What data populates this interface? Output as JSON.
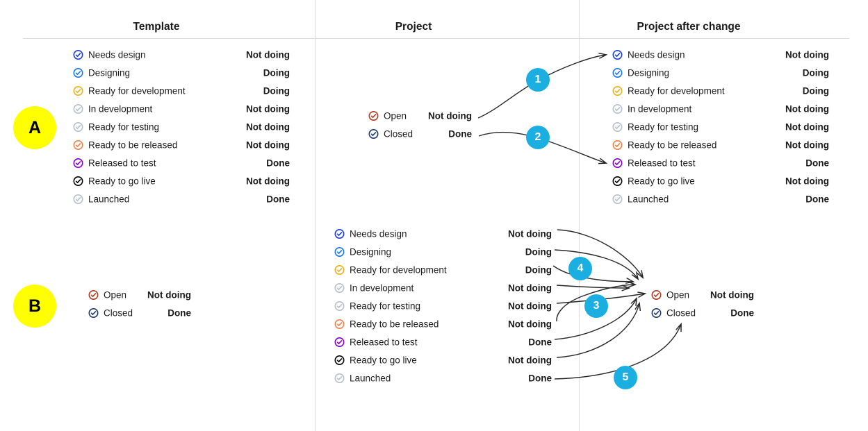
{
  "colors": {
    "badge_blue": "#1aafe0",
    "marker_yellow": "#ffff00",
    "divider_gray": "#dcdcdc",
    "icon_dark_blue": "#1b3ee0",
    "icon_bright_blue": "#1878e8",
    "icon_amber": "#e8b31e",
    "icon_gray": "#b6bfcc",
    "icon_orange": "#f08149",
    "icon_purple": "#8400c8",
    "icon_black": "#000000",
    "icon_brick_red": "#b03a22",
    "icon_navy": "#1f3a6e",
    "arrow_stroke": "#262626",
    "text_primary": "#1c1c1c"
  },
  "headers": {
    "template": "Template",
    "project": "Project",
    "project_after_change": "Project after change"
  },
  "markers": {
    "a": "A",
    "b": "B"
  },
  "badges": {
    "one": "1",
    "two": "2",
    "three": "3",
    "four": "4",
    "five": "5"
  },
  "workflow_statuses": [
    {
      "label": "Needs design",
      "value": "Not doing",
      "icon": "check-circle-icon",
      "color": "#1b3ee0"
    },
    {
      "label": "Designing",
      "value": "Doing",
      "icon": "check-circle-icon",
      "color": "#1878e8"
    },
    {
      "label": "Ready for development",
      "value": "Doing",
      "icon": "check-circle-icon",
      "color": "#e8b31e"
    },
    {
      "label": "In development",
      "value": "Not doing",
      "icon": "check-circle-icon",
      "color": "#b6bfcc"
    },
    {
      "label": "Ready for testing",
      "value": "Not doing",
      "icon": "check-circle-icon",
      "color": "#b6bfcc"
    },
    {
      "label": "Ready to be released",
      "value": "Not doing",
      "icon": "check-circle-icon",
      "color": "#f08149"
    },
    {
      "label": "Released to test",
      "value": "Done",
      "icon": "check-circle-icon",
      "color": "#8400c8"
    },
    {
      "label": "Ready to go live",
      "value": "Not doing",
      "icon": "check-circle-icon",
      "color": "#000000"
    },
    {
      "label": "Launched",
      "value": "Done",
      "icon": "check-circle-icon",
      "color": "#b6bfcc"
    }
  ],
  "project_statuses": [
    {
      "label": "Open",
      "value": "Not doing",
      "icon": "check-circle-icon",
      "color": "#b03a22"
    },
    {
      "label": "Closed",
      "value": "Done",
      "icon": "check-circle-icon",
      "color": "#1f3a6e"
    }
  ]
}
